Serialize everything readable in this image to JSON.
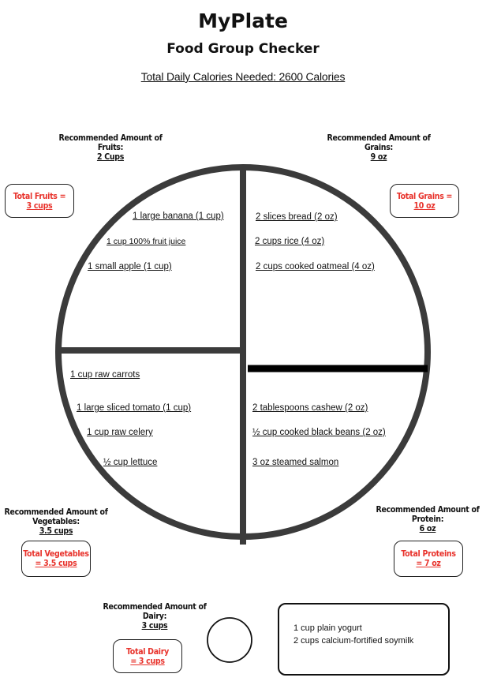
{
  "header": {
    "title": "MyPlate",
    "subtitle": "Food Group Checker",
    "calories_label": "Total Daily Calories Needed",
    "calories_value": "2600 Calories"
  },
  "fruits": {
    "rec_label": "Recommended Amount of Fruits:",
    "rec_amount": "2 Cups",
    "total_label": "Total Fruits =",
    "total_amount": "3 cups",
    "items": [
      "1 large banana (1 cup)",
      "1 cup 100% fruit juice",
      "1 small apple (1 cup)"
    ]
  },
  "grains": {
    "rec_label": "Recommended Amount of Grains:",
    "rec_amount": "9 oz",
    "total_label": "Total Grains =",
    "total_amount": "10 oz",
    "items": [
      "2 slices bread (2 oz)",
      "2 cups rice (4 oz)",
      "2 cups cooked oatmeal (4 oz)"
    ]
  },
  "vegetables": {
    "rec_label": "Recommended Amount of Vegetables:",
    "rec_amount": "3.5 cups",
    "total_label": "Total Vegetables",
    "total_amount": "= 3.5 cups",
    "items": [
      "1 cup raw carrots",
      "1 large sliced tomato (1 cup)",
      "1 cup raw celery",
      "½ cup lettuce"
    ]
  },
  "protein": {
    "rec_label": "Recommended Amount of Protein:",
    "rec_amount": "6 oz",
    "total_label": "Total Proteins",
    "total_amount": "= 7 oz",
    "items": [
      "2 tablespoons cashew (2 oz)",
      "½ cup cooked black beans (2 oz)",
      "3 oz steamed salmon"
    ]
  },
  "dairy": {
    "rec_label": "Recommended Amount of Dairy:",
    "rec_amount": "3 cups",
    "total_label": "Total Dairy",
    "total_amount": "= 3 cups",
    "items": [
      "1 cup plain yogurt",
      "2 cups calcium-fortified soymilk"
    ]
  },
  "colors": {
    "total_text": "#e8322b",
    "plate_stroke": "#3b3b3b",
    "divider": "#000000"
  }
}
